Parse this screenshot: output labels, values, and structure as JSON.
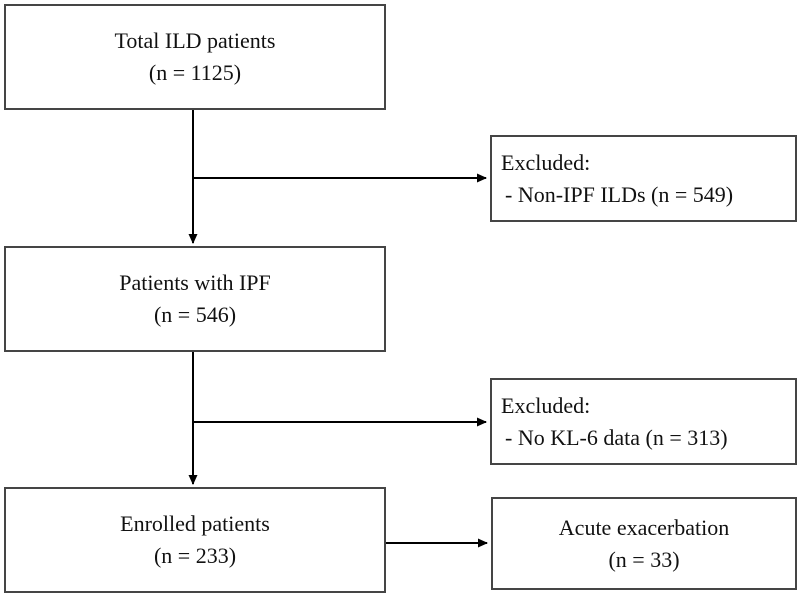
{
  "figure": {
    "kind": "patient-flow-diagram",
    "background": "#ffffff",
    "box_border_color": "#454545",
    "arrow_color": "#000000",
    "text_color": "#111111"
  },
  "nodes": {
    "total": {
      "line1": "Total ILD patients",
      "line2": "(n = 1125)"
    },
    "excluded1": {
      "line1": "Excluded:",
      "line2": "- Non-IPF ILDs (n = 549)"
    },
    "ipf": {
      "line1": "Patients with IPF",
      "line2": "(n = 546)"
    },
    "excluded2": {
      "line1": "Excluded:",
      "line2": "- No KL-6 data (n = 313)"
    },
    "enrolled": {
      "line1": "Enrolled patients",
      "line2": "(n = 233)"
    },
    "acute": {
      "line1": "Acute exacerbation",
      "line2": "(n = 33)"
    }
  },
  "edges": [
    {
      "from": "total",
      "to": "ipf",
      "direction": "down"
    },
    {
      "from": "total",
      "to": "excluded1",
      "direction": "right-branch"
    },
    {
      "from": "ipf",
      "to": "enrolled",
      "direction": "down"
    },
    {
      "from": "ipf",
      "to": "excluded2",
      "direction": "right-branch"
    },
    {
      "from": "enrolled",
      "to": "acute",
      "direction": "right"
    }
  ]
}
